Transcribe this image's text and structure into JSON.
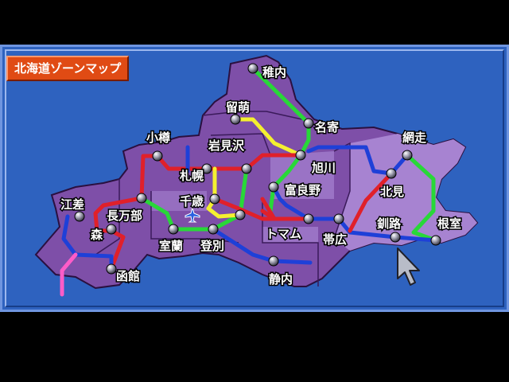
{
  "title": "北海道ゾーンマップ",
  "colors": {
    "panel": "#2e62bf",
    "land": "#7e4fa8",
    "land_light": "#a783d1",
    "line_red": "#e0202a",
    "line_green": "#28d838",
    "line_yellow": "#f4f030",
    "line_blue": "#1e40d8",
    "line_pink": "#ff5cc8"
  },
  "stations": {
    "wakkanai": "稚内",
    "rumoi": "留萌",
    "nayoro": "名寄",
    "otaru": "小樽",
    "iwamizawa": "岩見沢",
    "abashiri": "網走",
    "sapporo": "札幌",
    "asahikawa": "旭川",
    "furano": "富良野",
    "kitami": "北見",
    "chitose": "千歳",
    "esashi": "江差",
    "oshamambe": "長万部",
    "tomamu": "トマム",
    "kushiro": "釧路",
    "nemuro": "根室",
    "mori": "森",
    "obihiro": "帯広",
    "muroran": "室蘭",
    "noboribetsu": "登別",
    "shizunai": "静内",
    "hakodate": "函館"
  },
  "icons": {
    "airport": "airport-icon",
    "cursor": "mouse-cursor-icon"
  }
}
